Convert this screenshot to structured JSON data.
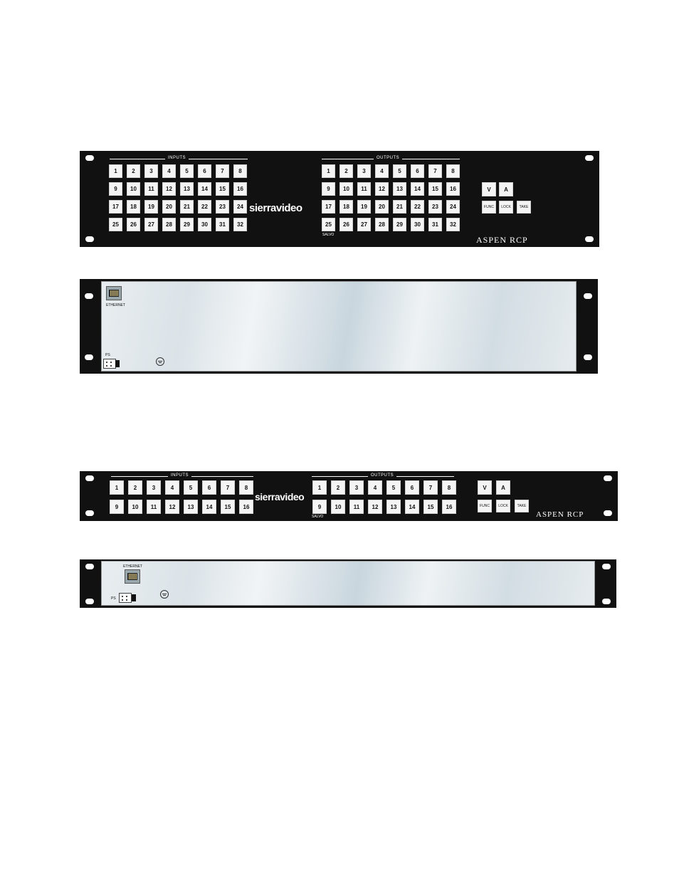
{
  "panel_2ru_front": {
    "inputs_label": "INPUTS",
    "outputs_label": "OUTPUTS",
    "inputs": [
      "1",
      "2",
      "3",
      "4",
      "5",
      "6",
      "7",
      "8",
      "9",
      "10",
      "11",
      "12",
      "13",
      "14",
      "15",
      "16",
      "17",
      "18",
      "19",
      "20",
      "21",
      "22",
      "23",
      "24",
      "25",
      "26",
      "27",
      "28",
      "29",
      "30",
      "31",
      "32"
    ],
    "outputs": [
      "1",
      "2",
      "3",
      "4",
      "5",
      "6",
      "7",
      "8",
      "9",
      "10",
      "11",
      "12",
      "13",
      "14",
      "15",
      "16",
      "17",
      "18",
      "19",
      "20",
      "21",
      "22",
      "23",
      "24",
      "25",
      "26",
      "27",
      "28",
      "29",
      "30",
      "31",
      "32"
    ],
    "salvo_label": "SALVO",
    "logo": "sierravideo",
    "v_button": "V",
    "a_button": "A",
    "func_button": "FUNC",
    "lock_button": "LOCK",
    "take_button": "TAKE",
    "model": "ASPEN RCP"
  },
  "panel_2ru_rear": {
    "ethernet_label": "ETHERNET",
    "ps_label": "PS"
  },
  "panel_1ru_front": {
    "inputs_label": "INPUTS",
    "outputs_label": "OUTPUTS",
    "inputs": [
      "1",
      "2",
      "3",
      "4",
      "5",
      "6",
      "7",
      "8",
      "9",
      "10",
      "11",
      "12",
      "13",
      "14",
      "15",
      "16"
    ],
    "outputs": [
      "1",
      "2",
      "3",
      "4",
      "5",
      "6",
      "7",
      "8",
      "9",
      "10",
      "11",
      "12",
      "13",
      "14",
      "15",
      "16"
    ],
    "salvo_label": "SALVO",
    "logo": "sierravideo",
    "v_button": "V",
    "a_button": "A",
    "func_button": "FUNC",
    "lock_button": "LOCK",
    "take_button": "TAKE",
    "model": "ASPEN RCP"
  },
  "panel_1ru_rear": {
    "ethernet_label": "ETHERNET",
    "ps_label": "PS"
  }
}
